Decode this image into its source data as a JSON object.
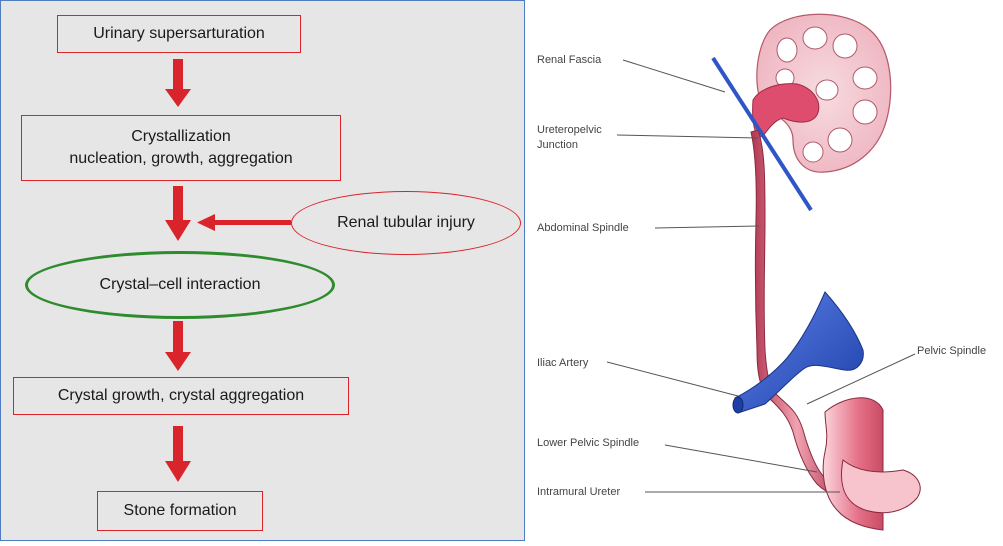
{
  "flowchart": {
    "boxes": {
      "urinary": "Urinary supersarturation",
      "crystallization": "Crystallization\nnucleation, growth, aggregation",
      "crystal_growth": "Crystal  growth, crystal aggregation",
      "stone": "Stone formation"
    },
    "ovals": {
      "renal_injury": "Renal tubular injury",
      "crystal_cell": "Crystal–cell interaction"
    },
    "colors": {
      "arrow": "#d9242c",
      "box_border": "#d9242c",
      "crystal_cell_border": "#2e8b2e",
      "background": "#e6e6e6",
      "frame": "#4f7bc0"
    }
  },
  "anatomy": {
    "labels": {
      "renal_fascia": "Renal Fascia",
      "upj_line1": "Ureteropelvic",
      "upj_line2": "Junction",
      "abdominal_spindle": "Abdominal Spindle",
      "iliac_artery": "Iliac Artery",
      "pelvic_spindle": "Pelvic Spindle",
      "lower_pelvic_spindle": "Lower Pelvic Spindle",
      "intramural_ureter": "Intramural Ureter"
    },
    "colors": {
      "ureter": "#d9576e",
      "vessel": "#2f56c6",
      "kidney": "#f4c9d0"
    }
  }
}
